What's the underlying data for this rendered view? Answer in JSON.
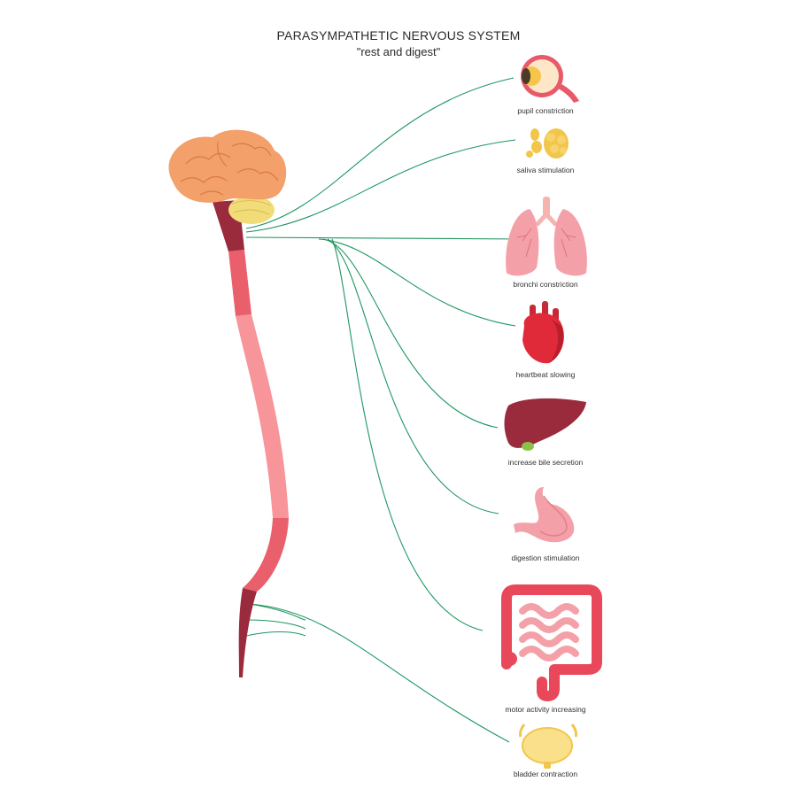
{
  "title": "PARASYMPATHETIC NERVOUS SYSTEM",
  "subtitle": "\"rest and digest\"",
  "organs": [
    {
      "id": "eye",
      "label": "pupil constriction",
      "icon": "eye-icon"
    },
    {
      "id": "salivary",
      "label": "saliva stimulation",
      "icon": "salivary-glands-icon"
    },
    {
      "id": "lungs",
      "label": "bronchi constriction",
      "icon": "lungs-icon"
    },
    {
      "id": "heart",
      "label": "heartbeat slowing",
      "icon": "heart-icon"
    },
    {
      "id": "liver",
      "label": "increase bile secretion",
      "icon": "liver-icon"
    },
    {
      "id": "stomach",
      "label": "digestion stimulation",
      "icon": "stomach-icon"
    },
    {
      "id": "intestines",
      "label": "motor activity increasing",
      "icon": "intestines-icon"
    },
    {
      "id": "bladder",
      "label": "bladder contraction",
      "icon": "bladder-icon"
    }
  ],
  "colors": {
    "nerve": "#1e9660",
    "brain": "#f3a06a",
    "cerebellum": "#f2dc7a",
    "spine_dark": "#9a2b3c",
    "spine_mid": "#ea5f6c",
    "spine_light": "#f7959a"
  }
}
